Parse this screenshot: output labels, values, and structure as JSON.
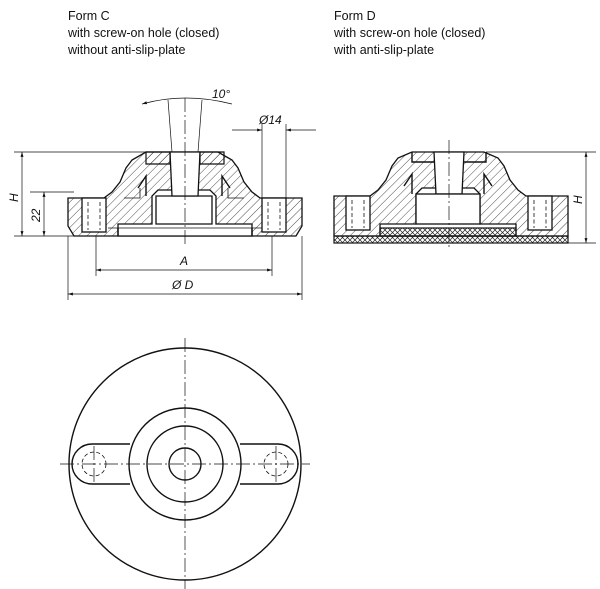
{
  "form_c": {
    "title": "Form C",
    "line1": "with screw-on hole (closed)",
    "line2": "without anti-slip-plate"
  },
  "form_d": {
    "title": "Form D",
    "line1": "with screw-on hole (closed)",
    "line2": "with anti-slip-plate"
  },
  "dimensions": {
    "angle": "10°",
    "hole_dia": "Ø14",
    "height_c": "H",
    "height_d": "H",
    "height_22": "22",
    "a": "A",
    "d": "Ø D"
  }
}
